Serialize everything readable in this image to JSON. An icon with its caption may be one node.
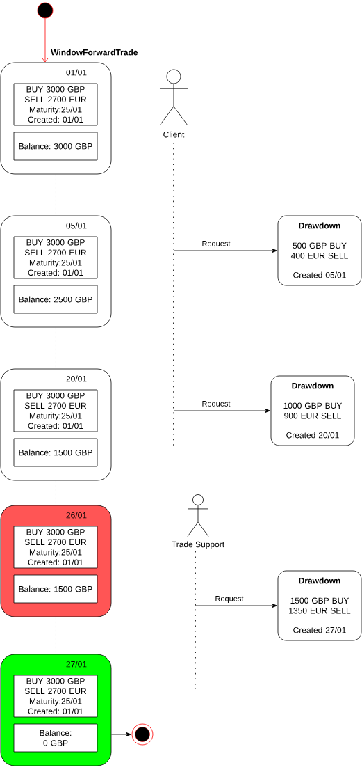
{
  "diagram": {
    "nodes": [
      {
        "text": [],
        "shape": "circle"
      },
      {
        "text": [
          "01/01"
        ]
      },
      {
        "text": [
          "BUY 3000 GBP SELL 2700 EUR Maturity:25/01 Created: 01/01"
        ],
        "in": 1
      },
      {
        "text": [
          "Balance: 3000 GBP"
        ],
        "in": 1
      },
      {
        "text": [
          "Client"
        ]
      },
      {
        "text": [
          "05/01"
        ]
      },
      {
        "text": [
          "BUY 3000 GBP SELL 2700 EUR Maturity:25/01 Created: 01/01"
        ],
        "in": 5
      },
      {
        "text": [
          "Balance: 2500 GBP"
        ],
        "in": 5
      },
      {
        "text": [
          "Drawdown",
          "500 GBP BUY 400 EUR SELL",
          "Created 05/01"
        ]
      },
      {
        "text": [
          "20/01"
        ]
      },
      {
        "text": [
          "BUY 3000 GBP SELL 2700 EUR Maturity:25/01 Created: 01/01"
        ],
        "in": 9
      },
      {
        "text": [
          "Balance: 1500 GBP"
        ],
        "in": 9
      },
      {
        "text": [
          "Drawdown",
          "1000 GBP BUY 900 EUR SELL",
          "Created 20/01"
        ]
      },
      {
        "text": [
          "26/01"
        ]
      },
      {
        "text": [
          "BUY 3000 GBP SELL 2700 EUR Maturity:25/01 Created: 01/01"
        ],
        "in": 13
      },
      {
        "text": [
          "Balance: 1500 GBP"
        ],
        "in": 13
      },
      {
        "text": [
          "Trade Support"
        ]
      },
      {
        "text": [
          "Drawdown",
          "1500 GBP BUY 1350 EUR SELL",
          "Created 27/01"
        ]
      },
      {
        "text": [
          "27/01"
        ]
      },
      {
        "text": [
          "BUY 3000 GBP SELL 2700 EUR Maturity:25/01 Created: 01/01"
        ],
        "in": 18
      },
      {
        "text": [
          "Balance: 0 GBP"
        ],
        "in": 18
      },
      {
        "text": [],
        "shape": "circle"
      }
    ],
    "edges": [
      {
        "from": 0,
        "to": 1,
        "arrow": "to",
        "label": "WindowForwardTrade",
        "color": "#ff0000"
      },
      {
        "from": 1,
        "to": 5,
        "arrow": "none",
        "style": "dashed"
      },
      {
        "from": null,
        "to": 8,
        "arrow": "to",
        "label": "Request"
      },
      {
        "from": 5,
        "to": 9,
        "arrow": "none",
        "style": "dashed"
      },
      {
        "from": null,
        "to": 12,
        "arrow": "to",
        "label": "Request"
      },
      {
        "from": 9,
        "to": 13,
        "arrow": "none",
        "style": "dashed"
      },
      {
        "from": 13,
        "to": 18,
        "arrow": "none",
        "style": "dashed"
      },
      {
        "from": null,
        "to": 17,
        "arrow": "to",
        "label": "Request"
      },
      {
        "from": 18,
        "to": 21,
        "arrow": "to"
      }
    ]
  }
}
